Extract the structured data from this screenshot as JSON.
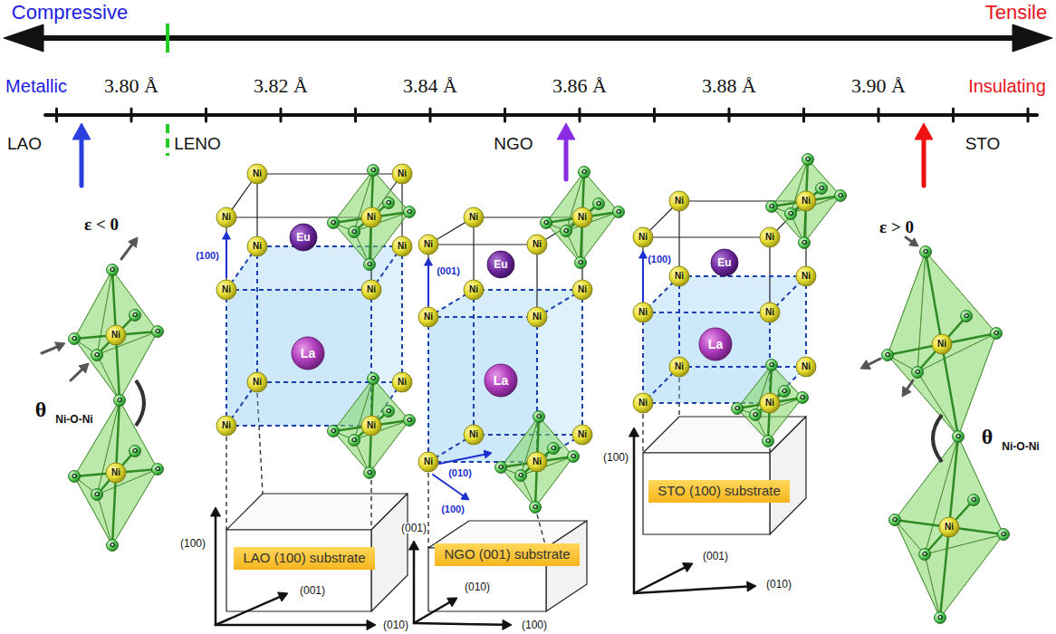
{
  "diagram": {
    "nodes": [
      {
        "text": [
          "LAO (100) substrate"
        ]
      },
      {
        "text": [
          "NGO (001) substrate"
        ]
      },
      {
        "text": [
          "STO (100) substrate"
        ]
      }
    ],
    "labels": [
      "Compressive",
      "Tensile",
      "Metallic",
      "3.80 Å",
      "3.82 Å",
      "3.84 Å",
      "3.86 Å",
      "3.88 Å",
      "3.90 Å",
      "Insulating",
      "LAO",
      "LENO",
      "NGO",
      "STO",
      "ε < 0",
      "θ",
      "Ni-O-Ni",
      "ε > 0",
      "θ",
      "Ni-O-Ni",
      "(100)",
      "(001)",
      "(010)",
      "(100)",
      "(100)",
      "(100)",
      "(001)",
      "(010)",
      "(001)",
      "(010)",
      "(100)",
      "(100)",
      "(001)",
      "(010)",
      "Ni",
      "Ni",
      "Ni",
      "Ni",
      "Ni",
      "Ni",
      "Ni",
      "Ni",
      "Ni",
      "Ni",
      "Ni",
      "Ni",
      "Eu",
      "La",
      "O",
      "O",
      "O",
      "O",
      "O",
      "O",
      "O",
      "O",
      "O",
      "O",
      "O",
      "O",
      "Ni",
      "Ni",
      "Ni",
      "Ni",
      "Ni",
      "Ni",
      "Ni",
      "Ni",
      "Ni",
      "Ni",
      "Ni",
      "Ni",
      "Eu",
      "La",
      "O",
      "O",
      "O",
      "O",
      "O",
      "O",
      "O",
      "O",
      "O",
      "O",
      "O",
      "O",
      "Ni",
      "Ni",
      "Ni",
      "Ni",
      "Ni",
      "Ni",
      "Ni",
      "Ni",
      "Ni",
      "Ni",
      "Ni",
      "Ni",
      "Eu",
      "La",
      "O",
      "O",
      "O",
      "O",
      "O",
      "O",
      "O",
      "O",
      "O",
      "O",
      "O",
      "O",
      "Ni",
      "O",
      "O",
      "O",
      "O",
      "O",
      "O",
      "Ni",
      "O",
      "O",
      "O",
      "O",
      "O",
      "Ni",
      "O",
      "O",
      "O",
      "O",
      "O",
      "O",
      "Ni",
      "O",
      "O",
      "O",
      "O",
      "O"
    ]
  }
}
